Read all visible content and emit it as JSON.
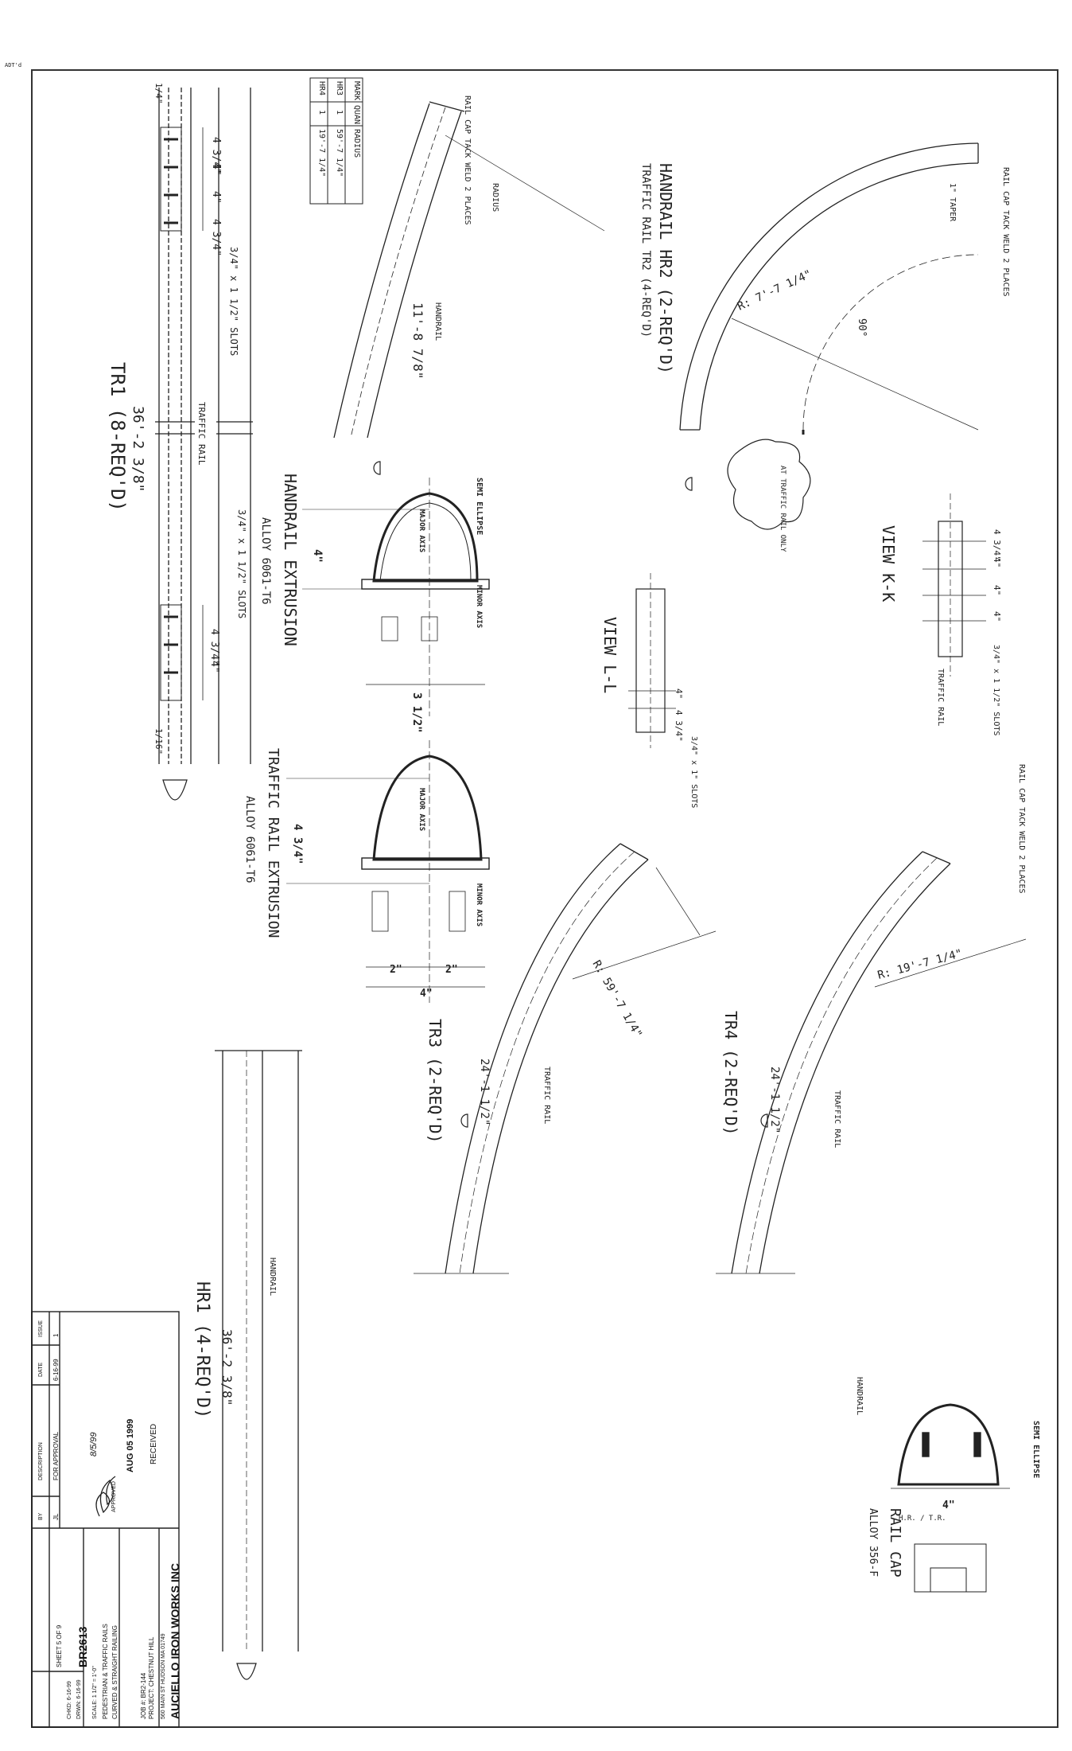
{
  "corner_mark": "ADT'd",
  "rails": {
    "tr1": {
      "title": "TR1 (8-REQ'D)",
      "length": "36'-2 3/8\"",
      "slot_note": "3/4\" x 1 1/2\" SLOTS",
      "slot_spacing": [
        "4 3/4\"",
        "4\"",
        "4\"",
        "4 3/4\""
      ],
      "end_dims": [
        "1/4\"",
        "1/16\""
      ],
      "label_top": "TRAFFIC RAIL"
    },
    "hr1": {
      "title": "HR1 (4-REQ'D)",
      "length": "36'-2 3/8\"",
      "label": "HANDRAIL"
    },
    "hr2": {
      "title": "HANDRAIL HR2 (2-REQ'D)",
      "subtitle": "TRAFFIC RAIL TR2 (4-REQ'D)",
      "radius": "R: 7'-7 1/4\"",
      "angle": "90°",
      "label_tack": "RAIL CAP TACK WELD 2 PLACES",
      "note": "1\" TAPER"
    },
    "tr3": {
      "title": "TR3 (2-REQ'D)",
      "radius": "R: 59'-7 1/4\"",
      "arc": "24'-1 1/2\"",
      "label": "TRAFFIC RAIL"
    },
    "tr4": {
      "title": "TR4 (2-REQ'D)",
      "radius": "R: 19'-7 1/4\"",
      "arc": "24'-1 1/2\"",
      "label": "TRAFFIC RAIL",
      "cap_note": "RAIL CAP TACK WELD 2 PLACES"
    },
    "gusset_arc": {
      "arc": "11'-8 7/8\"",
      "label": "HANDRAIL",
      "radius_label": "RADIUS",
      "cap_note": "RAIL CAP TACK WELD 2 PLACES"
    }
  },
  "radius_table": {
    "headers": [
      "MARK",
      "QUAN",
      "RADIUS"
    ],
    "rows": [
      [
        "HR3",
        "1",
        "59'-7 1/4\""
      ],
      [
        "HR4",
        "1",
        "19'-7 1/4\""
      ]
    ]
  },
  "sections": {
    "handrail": {
      "title": "HANDRAIL EXTRUSION",
      "subtitle": "ALLOY 6061-T6",
      "semi": "SEMI ELLIPSE",
      "major": "MAJOR AXIS",
      "minor": "MINOR AXIS",
      "width": "3 1/2\"",
      "height": "4\""
    },
    "traffic": {
      "title": "TRAFFIC RAIL EXTRUSION",
      "subtitle": "ALLOY 6061-T6",
      "major": "MAJOR AXIS",
      "minor": "MINOR AXIS",
      "width": "4\"",
      "half_a": "2\"",
      "half_b": "2\"",
      "height": "4 3/4\""
    },
    "rail_cap": {
      "title": "RAIL CAP",
      "subtitle": "ALLOY 356-F",
      "semi": "SEMI ELLIPSE",
      "width": "4\"",
      "hr_tr": "H.R. / T.R."
    }
  },
  "views": {
    "kk": {
      "title": "VIEW K-K",
      "spacing": [
        "4 3/4\"",
        "4\"",
        "4\"",
        "4\""
      ],
      "slot_note": "3/4\" x 1 1/2\" SLOTS",
      "label": "TRAFFIC RAIL"
    },
    "ll": {
      "title": "VIEW L-L",
      "spacing": [
        "4\"",
        "4 3/4\""
      ],
      "slot_note": "3/4\" x 1\" SLOTS"
    },
    "callout": "AT TRAFFIC RAIL ONLY"
  },
  "title_block": {
    "company": "AUCIELLO IRON WORKS INC",
    "address": "560 MAIN ST  HUDSON MA  01749",
    "project": "PROJECT: CHESTNUT HILL",
    "job": "JOB #: BR2-144",
    "drawing_title": "CURVED & STRAIGHT RAILING",
    "sub_title": "PEDESTRIAN & TRAFFIC RAILS",
    "scale": "SCALE: 1 1/2\" = 1'-0\"",
    "drawn": "DRWN: 6-16-99",
    "checked": "CHKD: 6-16-99",
    "dwg_no": "BR2613",
    "sheet": "SHEET 5 OF 9",
    "received": "RECEIVED",
    "received_date": "AUG 05 1999",
    "signature_note": "APPROVED",
    "date_hw": "8/5/99"
  },
  "revision": {
    "headers": [
      "ISSUE",
      "DATE",
      "DESCRIPTION",
      "BY"
    ],
    "row": [
      "1",
      "6-16-99",
      "FOR APPROVAL",
      "JL"
    ]
  }
}
